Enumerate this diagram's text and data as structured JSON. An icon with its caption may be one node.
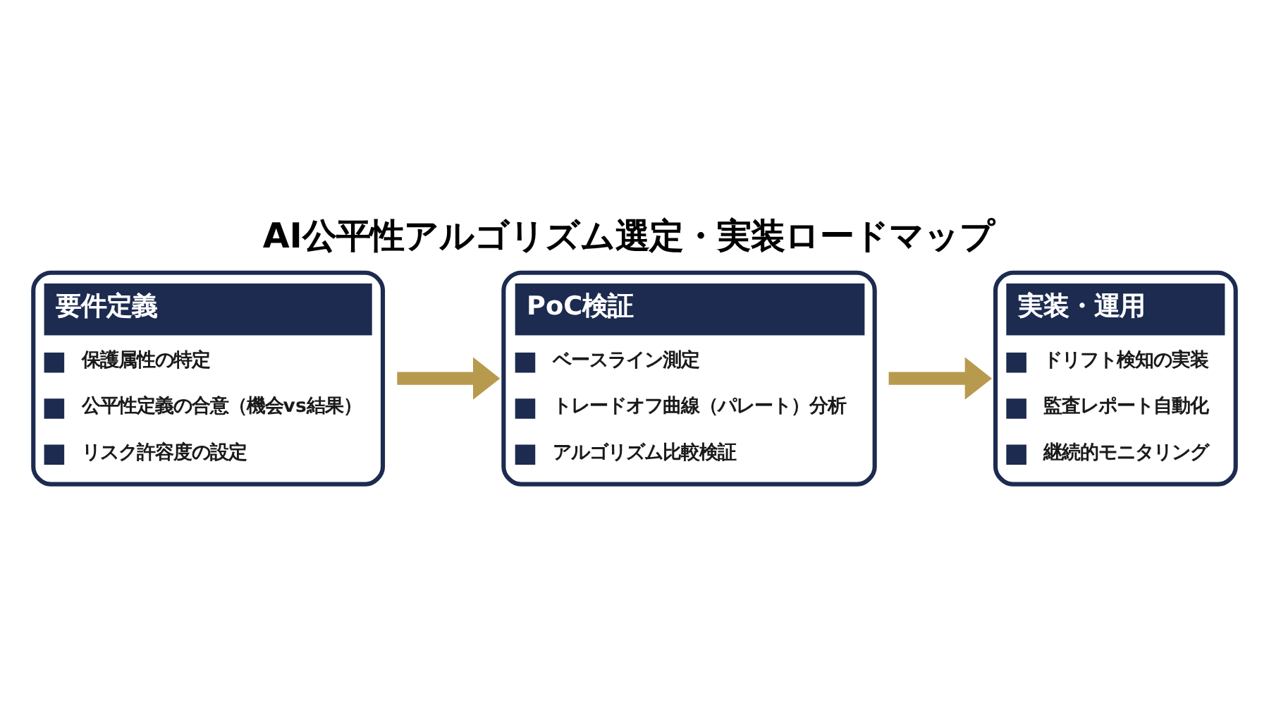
{
  "diagram": {
    "title": "AI公平性アルゴリズム選定・実装ロードマップ",
    "nodes": [
      {
        "text": [
          "要件定義",
          "保護属性の特定",
          "公平性定義の合意（機会vs結果）",
          "リスク許容度の設定"
        ]
      },
      {
        "text": [
          "PoC検証",
          "ベースライン測定",
          "トレードオフ曲線（パレート）分析",
          "アルゴリズム比較検証"
        ]
      },
      {
        "text": [
          "実装・運用",
          "ドリフト検知の実装",
          "監査レポート自動化",
          "継続的モニタリング"
        ]
      }
    ],
    "edges": [
      {
        "from": 0,
        "to": 1,
        "arrow": "to"
      },
      {
        "from": 1,
        "to": 2,
        "arrow": "to"
      }
    ]
  }
}
